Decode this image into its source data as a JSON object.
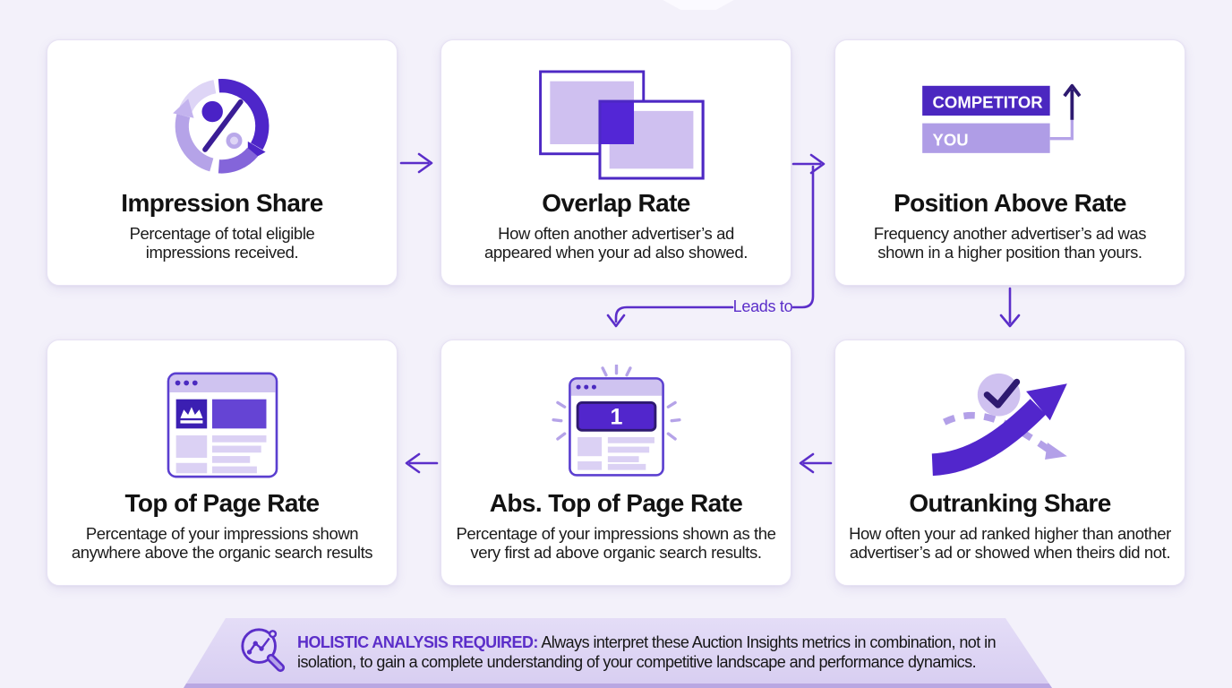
{
  "colors": {
    "page_bg": "#f3f1fa",
    "card_bg": "#ffffff",
    "accent_purple": "#5b2ec9",
    "dark_purple": "#4e26c9",
    "deep_navy_purple": "#2e1a70",
    "mid_purple": "#8465da",
    "light_purple": "#b5a3e8",
    "pale_purple": "#cfc3f0",
    "banner_bg": "#ddd4f4",
    "banner_bottom_strip": "#b9a7e2",
    "text_dark": "#161616"
  },
  "cards": [
    {
      "icon": "percent-cycle-icon",
      "title": "Impression Share",
      "description": "Percentage of total eligible impressions received."
    },
    {
      "icon": "overlap-rectangles-icon",
      "title": "Overlap Rate",
      "description": "How often another advertiser’s ad appeared when your ad also showed."
    },
    {
      "icon": "position-bars-icon",
      "title": "Position Above Rate",
      "description": "Frequency another advertiser’s ad was shown in a higher position than yours.",
      "bars": {
        "competitor": "COMPETITOR",
        "you": "YOU"
      }
    },
    {
      "icon": "browser-crown-icon",
      "title": "Top of Page Rate",
      "description": "Percentage of your impressions shown anywhere above the organic search results"
    },
    {
      "icon": "browser-rank-one-icon",
      "title": "Abs. Top of Page Rate",
      "description": "Percentage of your impressions shown as the very first ad above organic search results.",
      "badge": "1"
    },
    {
      "icon": "growth-arrow-icon",
      "title": "Outranking Share",
      "description": "How often your ad ranked higher than another advertiser’s ad or showed when theirs did not."
    }
  ],
  "connector": {
    "label": "Leads to"
  },
  "footer": {
    "icon": "magnifier-chart-icon",
    "heading": "HOLISTIC ANALYSIS REQUIRED:",
    "body": "Always interpret these Auction Insights metrics in combination, not in isolation, to gain a complete understanding of your competitive landscape and performance dynamics."
  }
}
